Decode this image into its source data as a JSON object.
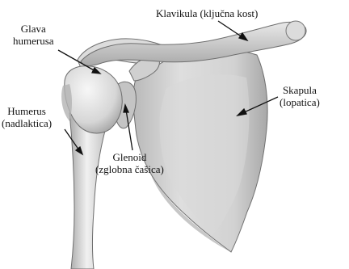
{
  "labels": {
    "klavikula": "Klavikula (ključna kost)",
    "glava_line1": "Glava",
    "glava_line2": "humerusa",
    "skapula_line1": "Skapula",
    "skapula_line2": "(lopatica)",
    "humerus_line1": "Humerus",
    "humerus_line2": "(nadlaktica)",
    "glenoid_line1": "Glenoid",
    "glenoid_line2": "(zglobna čašica)"
  },
  "colors": {
    "bone_light": "#e6e6e6",
    "bone_mid": "#c9c9c9",
    "bone_shadow": "#9a9a9a",
    "outline": "#6e6e6e",
    "leader_line": "#111111",
    "text": "#111111"
  }
}
